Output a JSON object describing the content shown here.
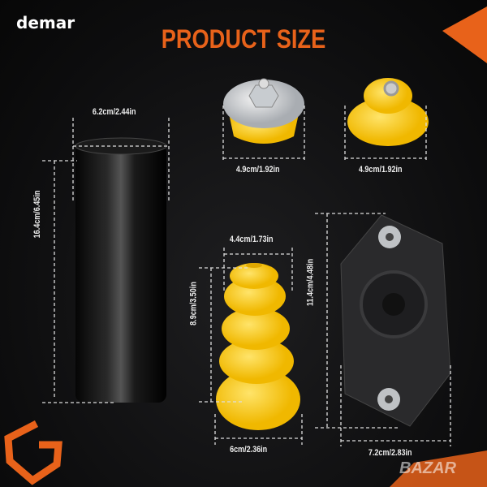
{
  "brand": "demar",
  "title": "PRODUCT SIZE",
  "watermark": "BAZAR",
  "accent": "#e8621a",
  "products": [
    {
      "name": "dust-cover-tube",
      "width": "6.2cm/2.44in",
      "height": "16.4cm/6.45in"
    },
    {
      "name": "top-mount-metal",
      "width": "4.9cm/1.92in"
    },
    {
      "name": "top-mount-yellow",
      "width": "4.9cm/1.92in"
    },
    {
      "name": "bump-stop",
      "top_width": "4.4cm/1.73in",
      "height": "8.9cm/3.50in",
      "bottom_width": "6cm/2.36in"
    },
    {
      "name": "strut-mount-plate",
      "height": "11.4cm/4.48in",
      "width": "7.2cm/2.83in"
    }
  ]
}
